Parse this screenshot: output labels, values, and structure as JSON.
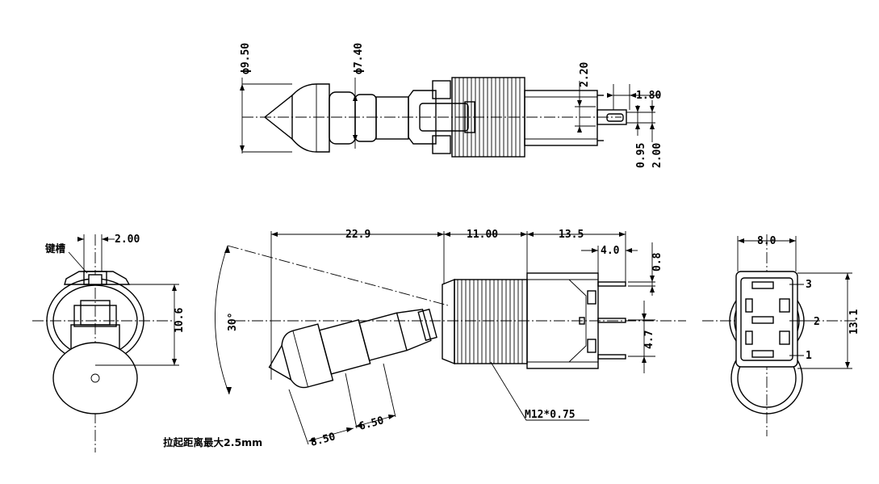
{
  "dimensions": {
    "top_view": {
      "body_dia": "ϕ9.50",
      "shaft_dia": "ϕ7.40",
      "terminal_len": "2.20",
      "pin_offset": "1.80",
      "pin_thickness": "0.95",
      "pin_width": "2.00"
    },
    "left_view": {
      "keyway_width": "2.00",
      "keyway_label": "键槽",
      "height": "10.6"
    },
    "side_view": {
      "shaft_len": "22.9",
      "bushing_len": "11.00",
      "body_len": "13.5",
      "pin_len": "4.0",
      "pin_thk": "0.8",
      "pin_pitch": "4.7",
      "angle": "30°",
      "thread": "M12*0.75",
      "knob_len": "8.50",
      "shaft_seg": "6.50",
      "pull_note": "拉起距离最大2.5mm"
    },
    "right_view": {
      "width": "8.0",
      "height": "13.1",
      "pin1": "1",
      "pin2": "2",
      "pin3": "3"
    }
  }
}
